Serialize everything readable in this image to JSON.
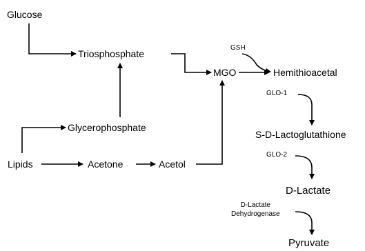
{
  "nodes": {
    "glucose": "Glucose",
    "triosphosphate": "Triosphosphate",
    "mgo": "MGO",
    "gsh": "GSH",
    "hemithioacetal": "Hemithioacetal",
    "glycerophosphate": "Glycerophosphate",
    "lipids": "Lipids",
    "acetone": "Acetone",
    "acetol": "Acetol",
    "glo1": "GLO-1",
    "lactoglutathione": "S-D-Lactoglutathione",
    "glo2": "GLO-2",
    "dlactate": "D-Lactate",
    "dehydrogenase_line1": "D-Lactate",
    "dehydrogenase_line2": "Dehydrogenase",
    "pyruvate": "Pyruvate"
  }
}
